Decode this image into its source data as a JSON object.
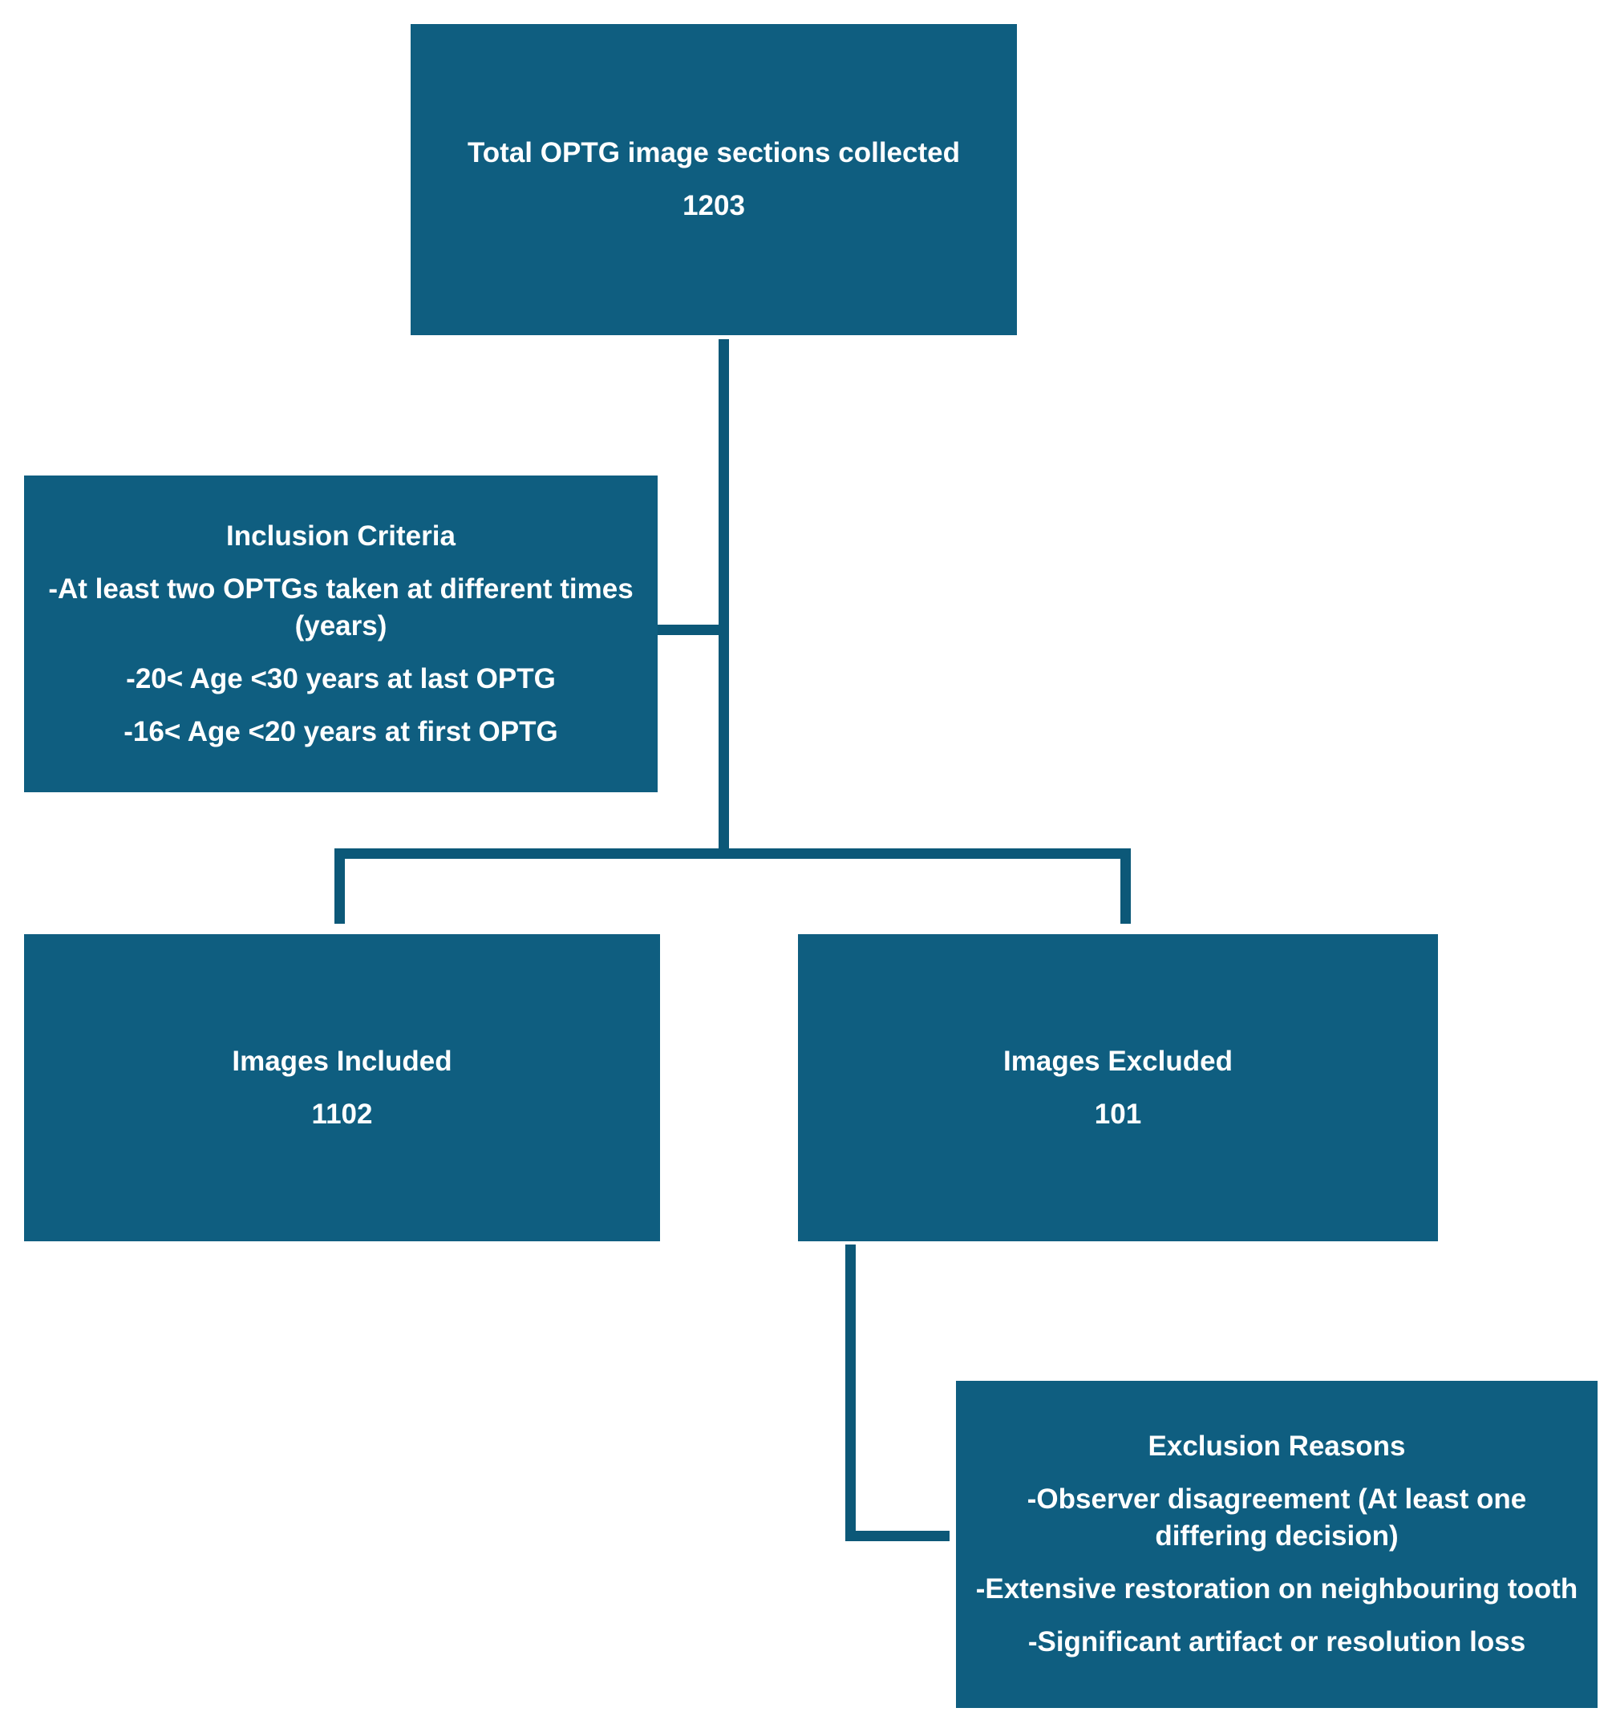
{
  "colors": {
    "page_bg": "#ffffff",
    "box_fill": "#0f5e80",
    "connector": "#0c5878",
    "text_color": "#ffffff"
  },
  "flowchart": {
    "total_box": {
      "label": "Total OPTG image sections collected",
      "value": "1203"
    },
    "inclusion_box": {
      "title": "Inclusion Criteria",
      "items": [
        [
          "-At least two OPTGs taken at different times",
          "(years)"
        ],
        [
          "-20< Age <30 years at last OPTG"
        ],
        [
          "-16< Age <20 years at first OPTG"
        ]
      ]
    },
    "included_box": {
      "label": "Images Included",
      "value": "1102"
    },
    "excluded_box": {
      "label": "Images Excluded",
      "value": "101"
    },
    "exclusion_box": {
      "title": "Exclusion Reasons",
      "items": [
        [
          "-Observer disagreement (At least one",
          "differing decision)"
        ],
        [
          "-Extensive restoration on neighbouring tooth"
        ],
        [
          "-Significant artifact or resolution loss"
        ]
      ]
    }
  }
}
